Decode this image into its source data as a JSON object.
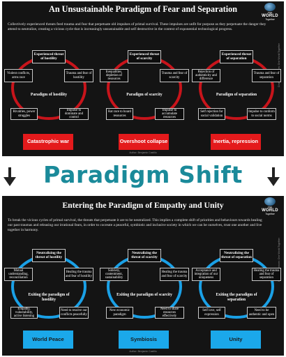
{
  "top": {
    "title": "An Unsustainable Paradigm of Fear and Separation",
    "intro": "Collectively experienced threats feed trauma and fear that perpetuate old impulses of primal survival. These impulses are unfit for purpose as they perpetuate the danger they attend to neutralize, creating a vicious cycle that is increasingly unsustainable and self destructive in the context of exponential technological progress.",
    "author": "Author: Benjamin Castillo",
    "side_credit": "Creative Commons: One World Together",
    "ring_color": "#c8141b",
    "outcome_color": "#e41a1c",
    "cycles": [
      {
        "top": "Experienced threat of hostility",
        "left": "Violent conflicts, arms race",
        "right": "Trauma and fear of hostility",
        "center": "Paradigm of hostility",
        "bottom_left": "Rivalries, power struggles",
        "bottom_right": "Impulse to dominate and control",
        "outcome": "Catastrophic war"
      },
      {
        "top": "Experienced threat of scarcity",
        "left": "Inequalities, depletion of resources",
        "right": "Trauma and fear of scarcity",
        "center": "Paradigm of scarcity",
        "bottom_left": "Rat race to hoard resources",
        "bottom_right": "Impulse to accumulate resources",
        "outcome": "Overshoot collapse"
      },
      {
        "top": "Experienced threat of separation",
        "left": "Rejection of authenticity and difference",
        "right": "Trauma and fear of separation",
        "center": "Paradigm of separation",
        "bottom_left": "Self rejection for social validation",
        "bottom_right": "Impulse to conform to social norms",
        "outcome": "Inertia, repression"
      }
    ]
  },
  "shift": {
    "label": "Paradigm Shift"
  },
  "bottom": {
    "title": "Entering the Paradigm of Empathy and Unity",
    "intro": "To break the vicious cycles of primal survival, the threats that perpetuate it are to be neutralized. This implies a complete shift of priorities and behaviours towards healing our past traumas and releasing our irrational fears, in order to cocreate a peaceful, symbiotic and inclusive society in which we can be ourselves, trust one another and live together in harmony.",
    "author": "Author: Benjamin Castillo",
    "side_credit": "Creative Commons: One World Together",
    "ring_color": "#1aa0e6",
    "outcome_color": "#1ba8ea",
    "cycles": [
      {
        "top": "Neutralizing the threat of hostility",
        "left": "Mutual understanding, reconciliation",
        "right": "Healing the trauma and fear of hostility",
        "center": "Exiting the paradigm of hostility",
        "bottom_left": "Empathy, vulnerability, active listening",
        "bottom_right": "Need to resolve our conflicts peacefully",
        "outcome": "World Peace"
      },
      {
        "top": "Neutralizing the threat of scarcity",
        "left": "Sobriety, contentment, sustainability",
        "right": "Healing the trauma and fear of scarcity",
        "center": "Exiting the paradigm of scarcity",
        "bottom_left": "New economic paradigm",
        "bottom_right": "Need to share resources effectively",
        "outcome": "Symbiosis"
      },
      {
        "top": "Neutralizing the threat of separation",
        "left": "Acceptance and integration of our uniqueness",
        "right": "Healing the trauma and fear of separation",
        "center": "Exiting the paradigm of separation",
        "bottom_left": "Self love, self expression",
        "bottom_right": "Need to be authentic and open",
        "outcome": "Unity"
      }
    ]
  },
  "logo": {
    "line1": "ONE",
    "line2": "WORLD",
    "line3": "Together"
  }
}
